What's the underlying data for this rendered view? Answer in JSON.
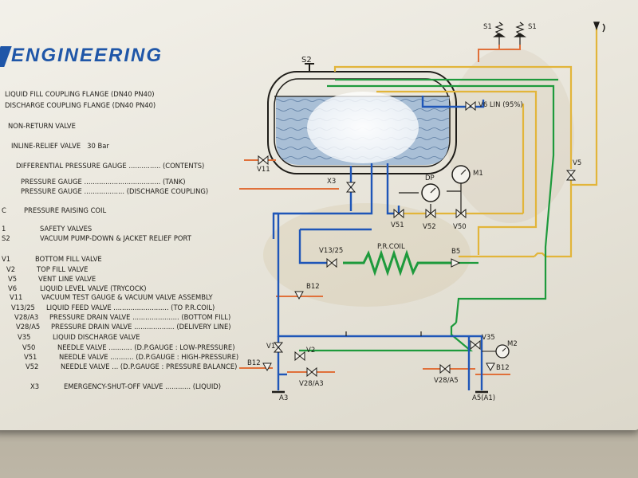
{
  "brand": {
    "logo_text": "ENGINEERING"
  },
  "legend": [
    {
      "code": "",
      "text": "LIQUID FILL COUPLING FLANGE (DN40 PN40)"
    },
    {
      "code": "",
      "text": "DISCHARGE COUPLING FLANGE (DN40 PN40)"
    },
    {
      "code": "",
      "text": "NON-RETURN VALVE"
    },
    {
      "code": "",
      "text": "INLINE-RELIEF VALVE   30 Bar"
    },
    {
      "code": "",
      "text": "DIFFERENTIAL PRESSURE GAUGE ............... (CONTENTS)"
    },
    {
      "code": "",
      "text": "PRESSURE GAUGE .................................... (TANK)"
    },
    {
      "code": "",
      "text": "PRESSURE GAUGE ................... (DISCHARGE COUPLING)"
    },
    {
      "code": "C",
      "text": "PRESSURE RAISING COIL"
    },
    {
      "code": "1",
      "text": "SAFETY VALVES"
    },
    {
      "code": "S2",
      "text": "VACUUM PUMP-DOWN & JACKET RELIEF PORT"
    },
    {
      "code": "V1",
      "text": "BOTTOM FILL VALVE"
    },
    {
      "code": "V2",
      "text": "TOP FILL VALVE"
    },
    {
      "code": "V5",
      "text": "VENT LINE VALVE"
    },
    {
      "code": "V6",
      "text": "LIQUID LEVEL VALVE (TRYCOCK)"
    },
    {
      "code": "V11",
      "text": "VACUUM TEST GAUGE & VACUUM VALVE ASSEMBLY"
    },
    {
      "code": "V13/25",
      "text": "LIQUID FEED VALVE .......................... (TO P.R.COIL)"
    },
    {
      "code": "V28/A3",
      "text": "PRESSURE DRAIN VALVE ...................... (BOTTOM FILL)"
    },
    {
      "code": "V28/A5",
      "text": "PRESSURE DRAIN VALVE ................... (DELIVERY LINE)"
    },
    {
      "code": "V35",
      "text": "LIQUID DISCHARGE VALVE"
    },
    {
      "code": "V50",
      "text": "NEEDLE VALVE ........... (D.P.GAUGE : LOW-PRESSURE)"
    },
    {
      "code": "V51",
      "text": "NEEDLE VALVE ........... (D.P.GAUGE : HIGH-PRESSURE)"
    },
    {
      "code": "V52",
      "text": "NEEDLE VALVE ... (D.P.GAUGE : PRESSURE BALANCE)"
    },
    {
      "code": "X3",
      "text": "EMERGENCY-SHUT-OFF VALVE ............ (LIQUID)"
    }
  ],
  "diagram": {
    "labels": {
      "s1_left": "S1",
      "s1_right": "S1",
      "s2": "S2",
      "v6": "V6 LIN (95%)",
      "v11": "V11",
      "x3": "X3",
      "dp": "DP",
      "m1": "M1",
      "v51": "V51",
      "v52": "V52",
      "v50": "V50",
      "v5": "V5",
      "v13": "V13/25",
      "prcoil": "P.R.COIL",
      "b5": "B5",
      "b12_mid": "B12",
      "v1": "V1",
      "v2": "V2",
      "b12_left": "B12",
      "v28a3": "V28/A3",
      "a3": "A3",
      "v35": "V35",
      "m2": "M2",
      "b12_right": "B12",
      "v28a5": "V28/A5",
      "a5": "A5(A1)"
    },
    "colors": {
      "blue": "#1f56b8",
      "green": "#1e9a3c",
      "yellow": "#e2b53a",
      "orange": "#e0703a",
      "black": "#1f1d19",
      "tank_fill": "#a9bfd6"
    }
  }
}
